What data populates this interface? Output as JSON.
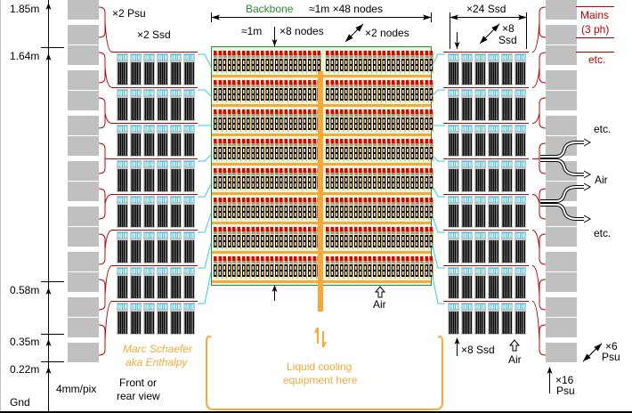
{
  "title": "Server rack layout – front or rear view",
  "colors": {
    "psu_gray": "#c0c0c0",
    "power_wire": "#c00000",
    "data_cable": "#3ec8e8",
    "backbone_border": "#2e8b2e",
    "backbone_fill": "#e0f8e0",
    "coolant": "#f7a838",
    "ssd_black": "#000000",
    "node_red": "#e00000"
  },
  "height_scale": {
    "labels": [
      "1.85m",
      "1.64m",
      "0.58m",
      "0.35m",
      "0.22m",
      "Gnd"
    ],
    "resolution": "4mm/pix"
  },
  "left_rack": {
    "psu_label": "×2 Psu",
    "ssd_label": "×2 Ssd"
  },
  "backbone": {
    "title": "Backbone",
    "width_label": "≈1m  ×48 nodes",
    "sub_width_label": "≈1m",
    "nodes_per_column": "×8 nodes",
    "depth_label": "×2 nodes",
    "rows": 8,
    "nodes_per_row_half": 23,
    "air_label": "Air"
  },
  "right_rack": {
    "ssd_total_label": "×24 Ssd",
    "ssd_depth_label_1": "×8",
    "ssd_depth_label_2": "Ssd",
    "ssd_bottom_label": "×8 Ssd",
    "air_label": "Air",
    "psu_count_label_1": "×16",
    "psu_count_label_2": "Psu",
    "psu_depth_label_1": "×6",
    "psu_depth_label_2": "Psu"
  },
  "mains": {
    "label_1": "Mains",
    "label_2": "(3 ph)",
    "etc": "etc."
  },
  "airflow": {
    "etc_top": "etc.",
    "air": "Air",
    "etc_bottom": "etc."
  },
  "cooling": {
    "label_1": "Liquid cooling",
    "label_2": "equipment here"
  },
  "credit": {
    "line_1": "Marc Schaefer",
    "line_2": "aka Enthalpy"
  },
  "view": {
    "line_1": "Front or",
    "line_2": "rear view"
  }
}
